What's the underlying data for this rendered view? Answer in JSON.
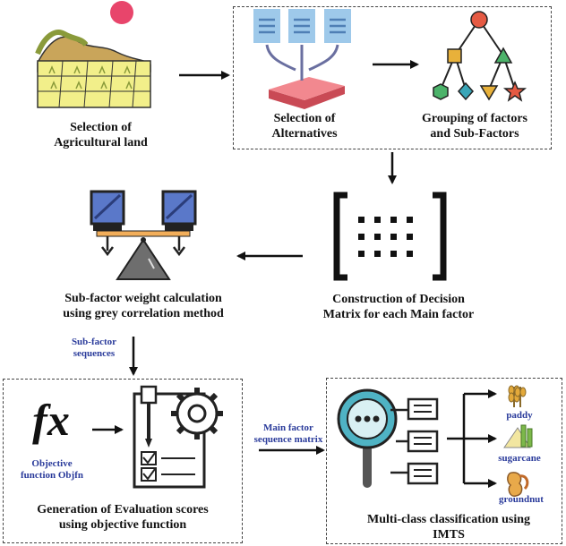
{
  "nodes": {
    "agri_land": {
      "line1": "Selection of",
      "line2": "Agricultural land"
    },
    "alternatives": {
      "line1": "Selection of",
      "line2": "Alternatives"
    },
    "grouping": {
      "line1": "Grouping of factors",
      "line2": "and Sub-Factors"
    },
    "decision_matrix": {
      "line1": "Construction of Decision",
      "line2": "Matrix for each Main factor"
    },
    "weight_calc": {
      "line1": "Sub-factor weight calculation",
      "line2": "using grey correlation method"
    },
    "objective": {
      "line1": "Objective",
      "line2": "function Objfn",
      "symbol": "fx"
    },
    "evaluation": {
      "line1": "Generation of Evaluation scores",
      "line2": "using objective function"
    },
    "classification": {
      "line1": "Multi-class classification using",
      "line2": "IMTS"
    }
  },
  "edge_labels": {
    "subfactor_seq": {
      "line1": "Sub-factor",
      "line2": "sequences"
    },
    "main_factor_seq": {
      "line1": "Main factor",
      "line2": "sequence matrix"
    }
  },
  "crops": [
    "paddy",
    "sugarcane",
    "groundnut"
  ],
  "colors": {
    "label_blue": "#2a3b9b",
    "doc_blue": "#9ec9ea",
    "sun": "#e8456b",
    "field": "#f2ef8a",
    "hill": "#c9a55a",
    "bracket": "#111111",
    "magnifier": "#4fb3c4"
  },
  "icons": [
    "field-icon",
    "documents-icon",
    "tree-icon",
    "bracket-matrix-icon",
    "balance-icon",
    "fx-icon",
    "clipboard-gear-icon",
    "magnifier-list-icon",
    "paddy-icon",
    "sugarcane-icon",
    "groundnut-icon"
  ]
}
